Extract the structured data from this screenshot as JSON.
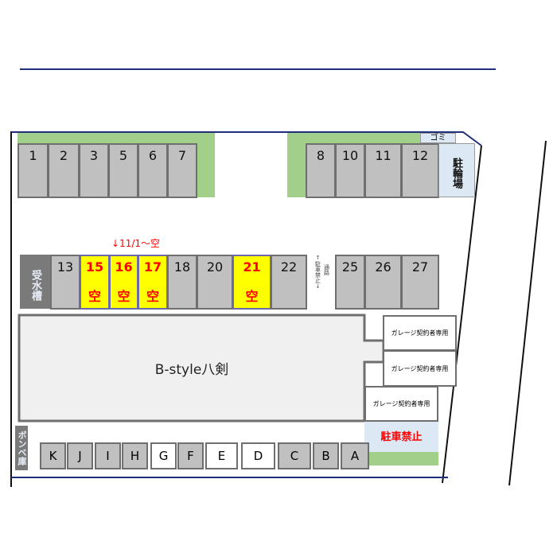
{
  "colors": {
    "stall": "#c0c0c0",
    "vacant": "#ffff00",
    "vacant_text": "#ff0000",
    "green": "#a2cf89",
    "line": "#1f2f7a"
  },
  "top_row_left": [
    "1",
    "2",
    "3",
    "5",
    "6",
    "7"
  ],
  "top_row_right": [
    "8",
    "10",
    "11",
    "12"
  ],
  "bicycle_parking": "駐輪場",
  "garbage": "ゴミ",
  "water_tank": "受水槽",
  "vacancy_note": "↓11/1～空",
  "middle_row_left": [
    {
      "num": "13",
      "status": ""
    },
    {
      "num": "15",
      "status": "空"
    },
    {
      "num": "16",
      "status": "空"
    },
    {
      "num": "17",
      "status": "空"
    },
    {
      "num": "18",
      "status": ""
    },
    {
      "num": "20",
      "status": ""
    },
    {
      "num": "21",
      "status": "空"
    },
    {
      "num": "22",
      "status": ""
    }
  ],
  "passage_note": {
    "arrow_top": "↑",
    "line1": "通路",
    "line2": "駐車禁止",
    "arrow_bottom": "↓"
  },
  "middle_row_right": [
    "25",
    "26",
    "27"
  ],
  "building_name": "B-style八剣",
  "garage_labels": [
    "ガレージ契約者専用",
    "ガレージ契約者専用",
    "ガレージ契約者専用"
  ],
  "no_parking": "駐車禁止",
  "gas_storage": "ボンベ庫",
  "bottom_row": [
    "K",
    "J",
    "I",
    "H",
    "G",
    "F",
    "E",
    "D",
    "C",
    "B",
    "A"
  ]
}
